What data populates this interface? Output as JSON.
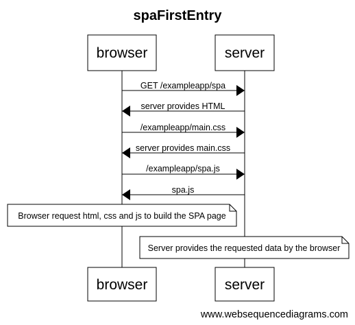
{
  "diagram": {
    "title": "spaFirstEntry",
    "participants": [
      {
        "id": "browser",
        "label": "browser"
      },
      {
        "id": "server",
        "label": "server"
      }
    ],
    "messages": [
      {
        "from": "browser",
        "to": "server",
        "label": "GET /exampleapp/spa"
      },
      {
        "from": "server",
        "to": "browser",
        "label": "server provides HTML"
      },
      {
        "from": "browser",
        "to": "server",
        "label": "/exampleapp/main.css"
      },
      {
        "from": "server",
        "to": "browser",
        "label": "server provides main.css"
      },
      {
        "from": "browser",
        "to": "server",
        "label": "/exampleapp/spa.js"
      },
      {
        "from": "server",
        "to": "browser",
        "label": "spa.js"
      }
    ],
    "notes": [
      {
        "over": "browser",
        "text": "Browser request html, css and js to build the SPA page"
      },
      {
        "over": "server",
        "text": "Server provides the requested data by the browser"
      }
    ],
    "footer": "www.websequencediagrams.com"
  }
}
